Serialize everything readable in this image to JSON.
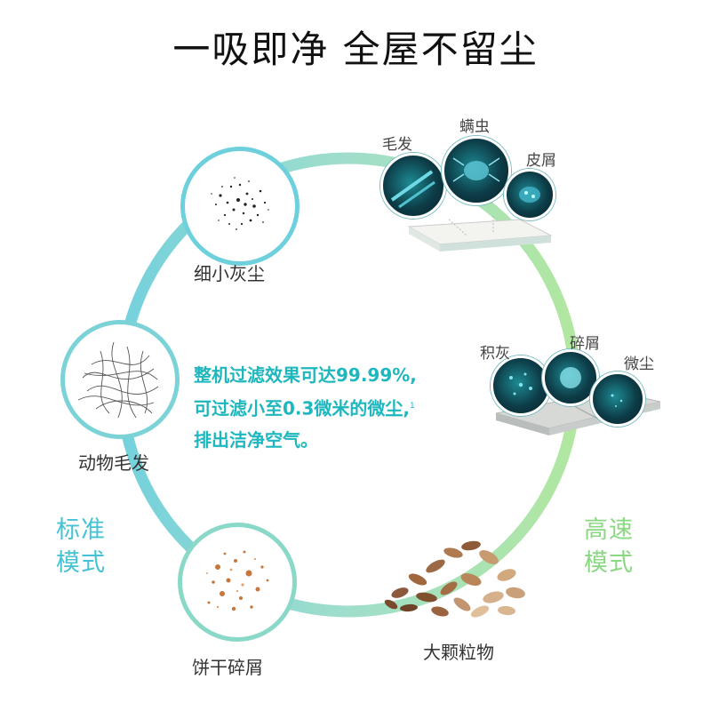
{
  "title": "一吸即净 全屋不留尘",
  "center_text": {
    "line1": "整机过滤效果可达99.99%,",
    "line2": "可过滤小至0.3微米的微尘,",
    "line2_sup": "1",
    "line3": "排出洁净空气。"
  },
  "items": {
    "fine_dust": "细小灰尘",
    "pet_hair": "动物毛发",
    "biscuit_crumbs": "饼干碎屑",
    "large_particles": "大颗粒物"
  },
  "mattress_labels": {
    "hair": "毛发",
    "mites": "螨虫",
    "skin_flakes": "皮屑"
  },
  "floor_labels": {
    "dust": "积灰",
    "crumbs": "碎屑",
    "micro_dust": "微尘"
  },
  "modes": {
    "standard": {
      "line1": "标准",
      "line2": "模式",
      "color": "#45c3d5"
    },
    "high_speed": {
      "line1": "高速",
      "line2": "模式",
      "color": "#8ad882"
    }
  },
  "colors": {
    "ring_teal": "#5cc9d6",
    "ring_green": "#9ee28f",
    "center_text": "#1fb7be"
  }
}
